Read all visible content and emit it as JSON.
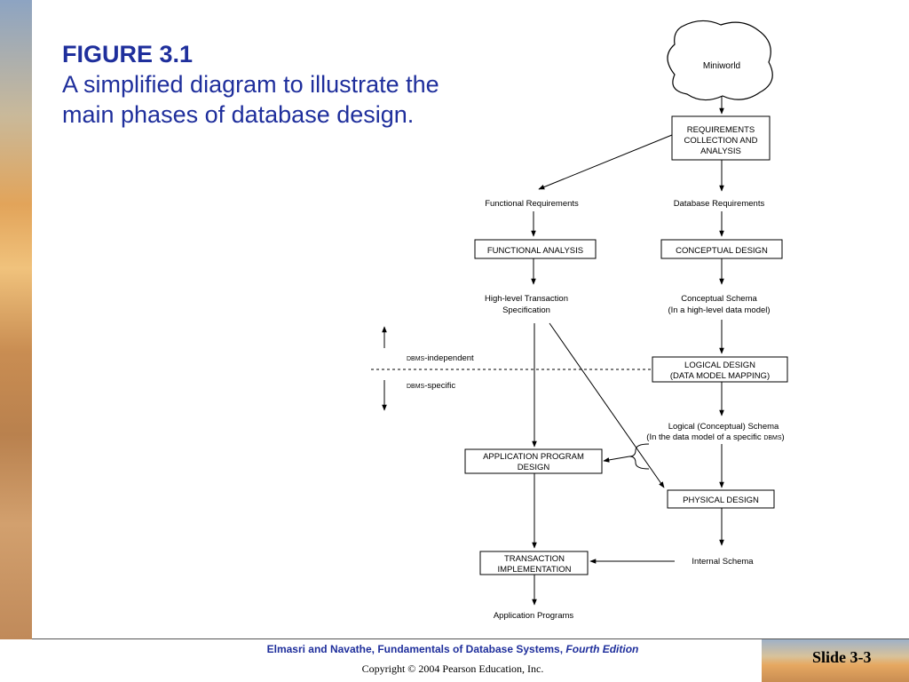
{
  "slide": {
    "figure_label": "FIGURE 3.1",
    "caption": "A simplified diagram to illustrate the main phases of database design.",
    "footer_title": "Elmasri and Navathe, Fundamentals of Database Systems,",
    "footer_edition": "Fourth Edition",
    "copyright": "Copyright © 2004 Pearson Education, Inc.",
    "slide_number": "Slide 3-3"
  },
  "diagram": {
    "miniworld": "Miniworld",
    "requirements_line1": "REQUIREMENTS",
    "requirements_line2": "COLLECTION AND",
    "requirements_line3": "ANALYSIS",
    "functional_requirements": "Functional Requirements",
    "database_requirements": "Database Requirements",
    "functional_analysis": "FUNCTIONAL ANALYSIS",
    "conceptual_design": "CONCEPTUAL DESIGN",
    "hl_transaction_line1": "High-level Transaction",
    "hl_transaction_line2": "Specification",
    "conceptual_schema_line1": "Conceptual Schema",
    "conceptual_schema_line2": "(In a high-level data model)",
    "dbms_prefix": "DBMS",
    "independent_suffix": "-independent",
    "specific_suffix": "-specific",
    "logical_design_line1": "LOGICAL DESIGN",
    "logical_design_line2": "(DATA MODEL MAPPING)",
    "logical_schema_line1": "Logical (Conceptual) Schema",
    "logical_schema_line2": "(In the data model of a specific",
    "logical_schema_dbms": "DBMS",
    "app_program_line1": "APPLICATION PROGRAM",
    "app_program_line2": "DESIGN",
    "physical_design": "PHYSICAL DESIGN",
    "transaction_impl_line1": "TRANSACTION",
    "transaction_impl_line2": "IMPLEMENTATION",
    "internal_schema": "Internal Schema",
    "application_programs": "Application Programs"
  }
}
